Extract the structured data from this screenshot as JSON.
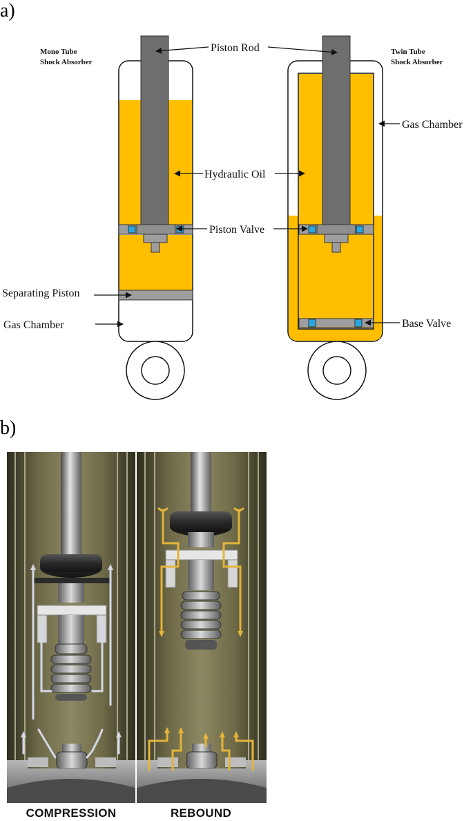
{
  "part_a": {
    "label": "a)",
    "mono_title": [
      "Mono Tube",
      "Shock Absorber"
    ],
    "twin_title": [
      "Twin Tube",
      "Shock Absorber"
    ],
    "piston_rod": "Piston Rod",
    "hydraulic_oil": "Hydraulic Oil",
    "piston_valve": "Piston Valve",
    "separating_piston": "Separating Piston",
    "gas_chamber_left": "Gas Chamber",
    "gas_chamber_right": "Gas Chamber",
    "base_valve": "Base Valve"
  },
  "part_b": {
    "label": "b)",
    "compression": "COMPRESSION",
    "rebound": "REBOUND"
  },
  "colors": {
    "oil": "#FFBE00",
    "rod": "#6E6E6E",
    "valve_body": "#9E9E9E",
    "valve_port": "#2AA7E0",
    "flow_compression": "#D4D8E6",
    "flow_rebound": "#E4B43A"
  }
}
